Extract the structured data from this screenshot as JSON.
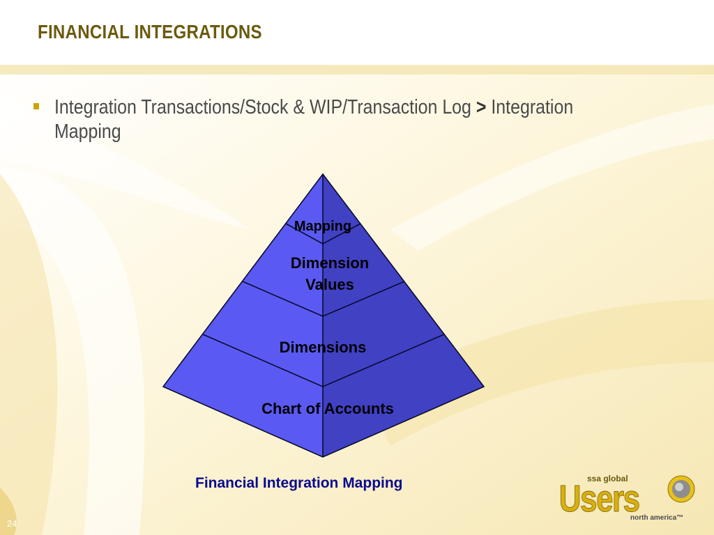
{
  "slide": {
    "title": "FINANCIAL INTEGRATIONS",
    "bullet": {
      "line1_prefix": "Integration Transactions/Stock & WIP/Transaction Log",
      "arrow": ">",
      "line1_suffix": "Integration",
      "line2": "Mapping"
    },
    "pyramid": {
      "levels": {
        "mapping": "Mapping",
        "dimension_values_line1": "Dimension",
        "dimension_values_line2": "Values",
        "dimensions": "Dimensions",
        "chart_of_accounts": "Chart of Accounts"
      },
      "colors": {
        "front_face": "#5a5af2",
        "side_face": "#4141c4",
        "edge": "#0a0a30"
      }
    },
    "caption": "Financial Integration Mapping",
    "slide_number": "24",
    "logo": {
      "top_text": "ssa global",
      "main_text": "Users",
      "bottom_text": "north america™"
    },
    "accent_color": "#c8a40a"
  }
}
